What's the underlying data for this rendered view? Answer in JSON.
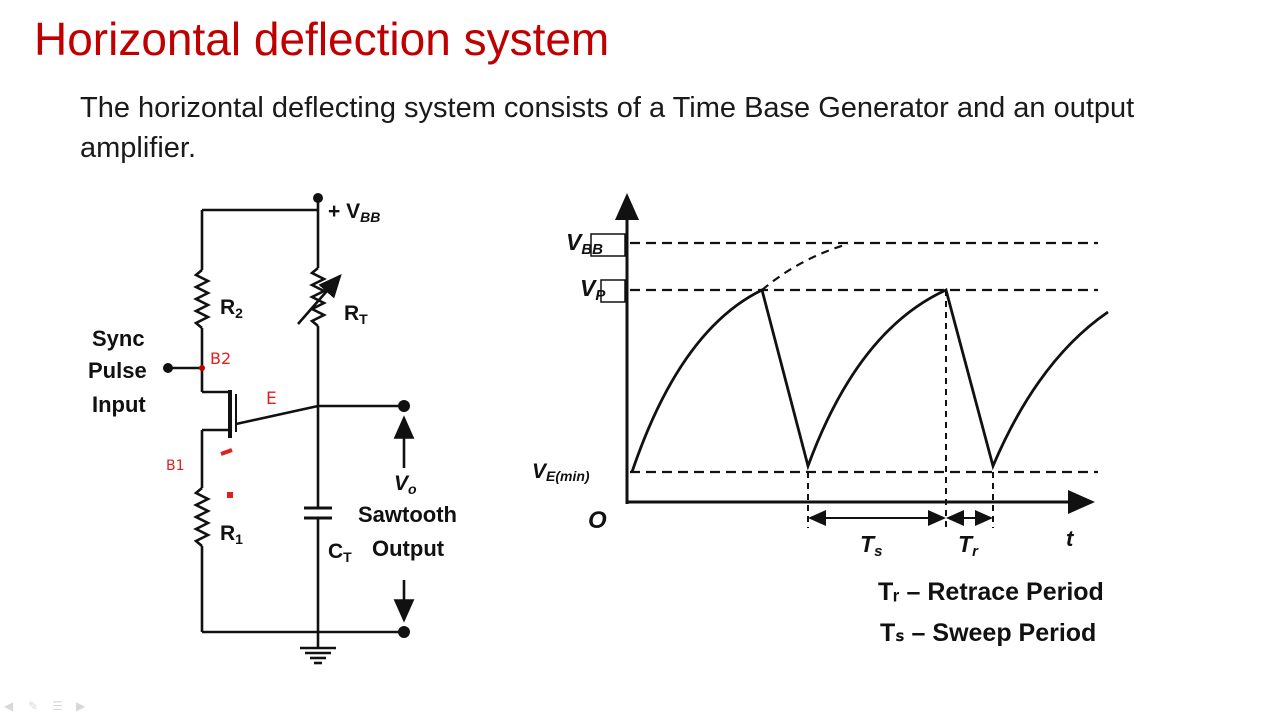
{
  "slide": {
    "title": "Horizontal deflection system",
    "body": "The horizontal deflecting system consists of a Time Base Generator and an output amplifier."
  },
  "circuit": {
    "supply_label": "+ V",
    "supply_sub": "BB",
    "r2_label": "R",
    "r2_sub": "2",
    "rt_label": "R",
    "rt_sub": "T",
    "r1_label": "R",
    "r1_sub": "1",
    "ct_label": "C",
    "ct_sub": "T",
    "sync_line1": "Sync",
    "sync_line2": "Pulse",
    "sync_line3": "Input",
    "vo_label": "V",
    "vo_sub": "o",
    "out_line1": "Sawtooth",
    "out_line2": "Output",
    "hand_b2": "B2",
    "hand_b1": "B1",
    "hand_e": "E"
  },
  "waveform": {
    "vbb_label": "V",
    "vbb_sub": "BB",
    "vp_label": "V",
    "vp_sub": "P",
    "vemin_label": "V",
    "vemin_sub": "E(min)",
    "origin_label": "O",
    "t_label": "t",
    "ts_label": "T",
    "ts_sub": "s",
    "tr_label": "T",
    "tr_sub": "r",
    "legend_retrace": "Tᵣ – Retrace Period",
    "legend_sweep": "Tₛ – Sweep Period"
  },
  "colors": {
    "title": "#c00000",
    "ink": "#111111",
    "handwriting": "#e02020"
  }
}
